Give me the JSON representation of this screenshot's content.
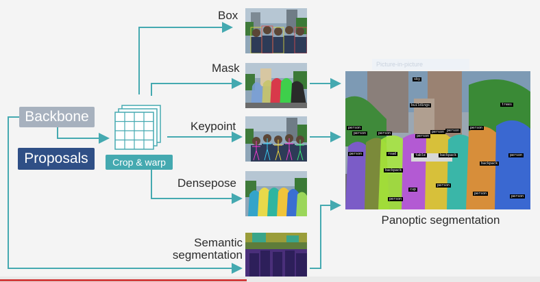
{
  "diagram": {
    "inputs": {
      "backbone": "Backbone",
      "proposals": "Proposals",
      "crop_warp": "Crop & warp"
    },
    "outputs": {
      "box": "Box",
      "mask": "Mask",
      "keypoint": "Keypoint",
      "densepose": "Densepose",
      "semantic_line1": "Semantic",
      "semantic_line2": "segmentation"
    },
    "panoptic_caption": "Panoptic segmentation",
    "panoptic_tags": {
      "sky": "sky",
      "buildings": "buildings",
      "trees": "trees",
      "person": "person",
      "road": "road",
      "table": "table",
      "backpack": "backpack",
      "cup": "cup"
    },
    "faint_overlay": "Picture-in-picture",
    "colors": {
      "arrow": "#44a9b0",
      "backbone": "#a7b1be",
      "proposals": "#2f4f86",
      "crop_warp": "#44a9b0",
      "progress": "#d23b3b"
    },
    "icons": [
      "grid-stack-icon"
    ]
  }
}
